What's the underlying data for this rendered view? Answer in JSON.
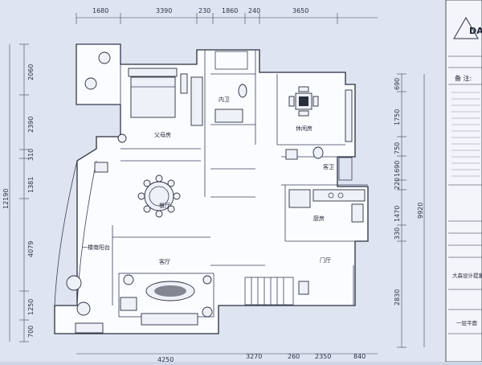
{
  "top_dimensions": [
    "1680",
    "3390",
    "230",
    "1860",
    "240",
    "3650"
  ],
  "left_dimensions": [
    "2060",
    "2390",
    "310",
    "1381",
    "4079",
    "1250",
    "700"
  ],
  "left_total": "12190",
  "right_dimensions": [
    "690",
    "1750",
    "750",
    "1690",
    "220",
    "1470",
    "330",
    "2830"
  ],
  "right_total": "9920",
  "bottom_dimensions": [
    "4250",
    "3270",
    "260",
    "2350",
    "840"
  ],
  "rooms": {
    "master_bedroom": "父母房",
    "bathroom_inner": "内卫",
    "study": "休闲房",
    "guest_bath": "客卫",
    "dining": "餐厅",
    "kitchen": "厨房",
    "balcony": "一楼南阳台",
    "living": "客厅",
    "foyer": "门厅"
  },
  "title_block": {
    "logo_letters": "DA",
    "notes_label": "备 注:",
    "company": "大森设计提案",
    "sheet_name": "一层平面"
  }
}
